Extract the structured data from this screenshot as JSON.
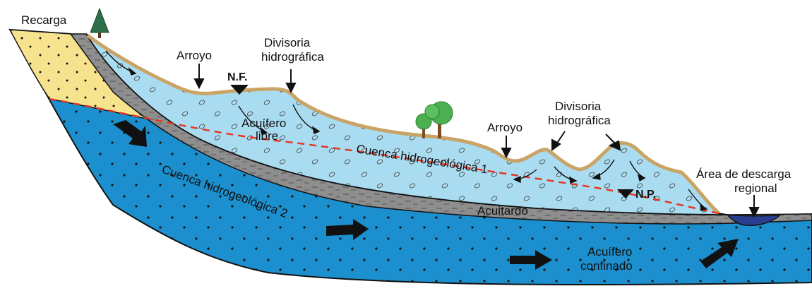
{
  "labels": {
    "recarga": "Recarga",
    "arroyo_1": "Arroyo",
    "arroyo_2": "Arroyo",
    "divisoria_1_l1": "Divisoria",
    "divisoria_1_l2": "hidrográfica",
    "divisoria_2_l1": "Divisoria",
    "divisoria_2_l2": "hidrográfica",
    "nf": "N.F.",
    "np": "N.P.",
    "acuifero_libre_l1": "Acuífero",
    "acuifero_libre_l2": "libre",
    "cuenca_1": "Cuenca hidrogeológica 1",
    "cuenca_2": "Cuenca hidrogeológica 2",
    "acuitardo": "Acuitardo",
    "descarga_l1": "Área de descarga",
    "descarga_l2": "regional",
    "acuifero_confinado_l1": "Acuífero",
    "acuifero_confinado_l2": "confinado"
  },
  "colors": {
    "confined": "#1c8fce",
    "unconfined": "#a9dcf1",
    "aquitard": "#8e8e8e",
    "recharge": "#f7e28e",
    "soil": "#c9a466",
    "water_table": "#e8321e",
    "discharge": "#2b3d8f",
    "tree": "#2f6e4a",
    "foliage": "#4caf50"
  }
}
